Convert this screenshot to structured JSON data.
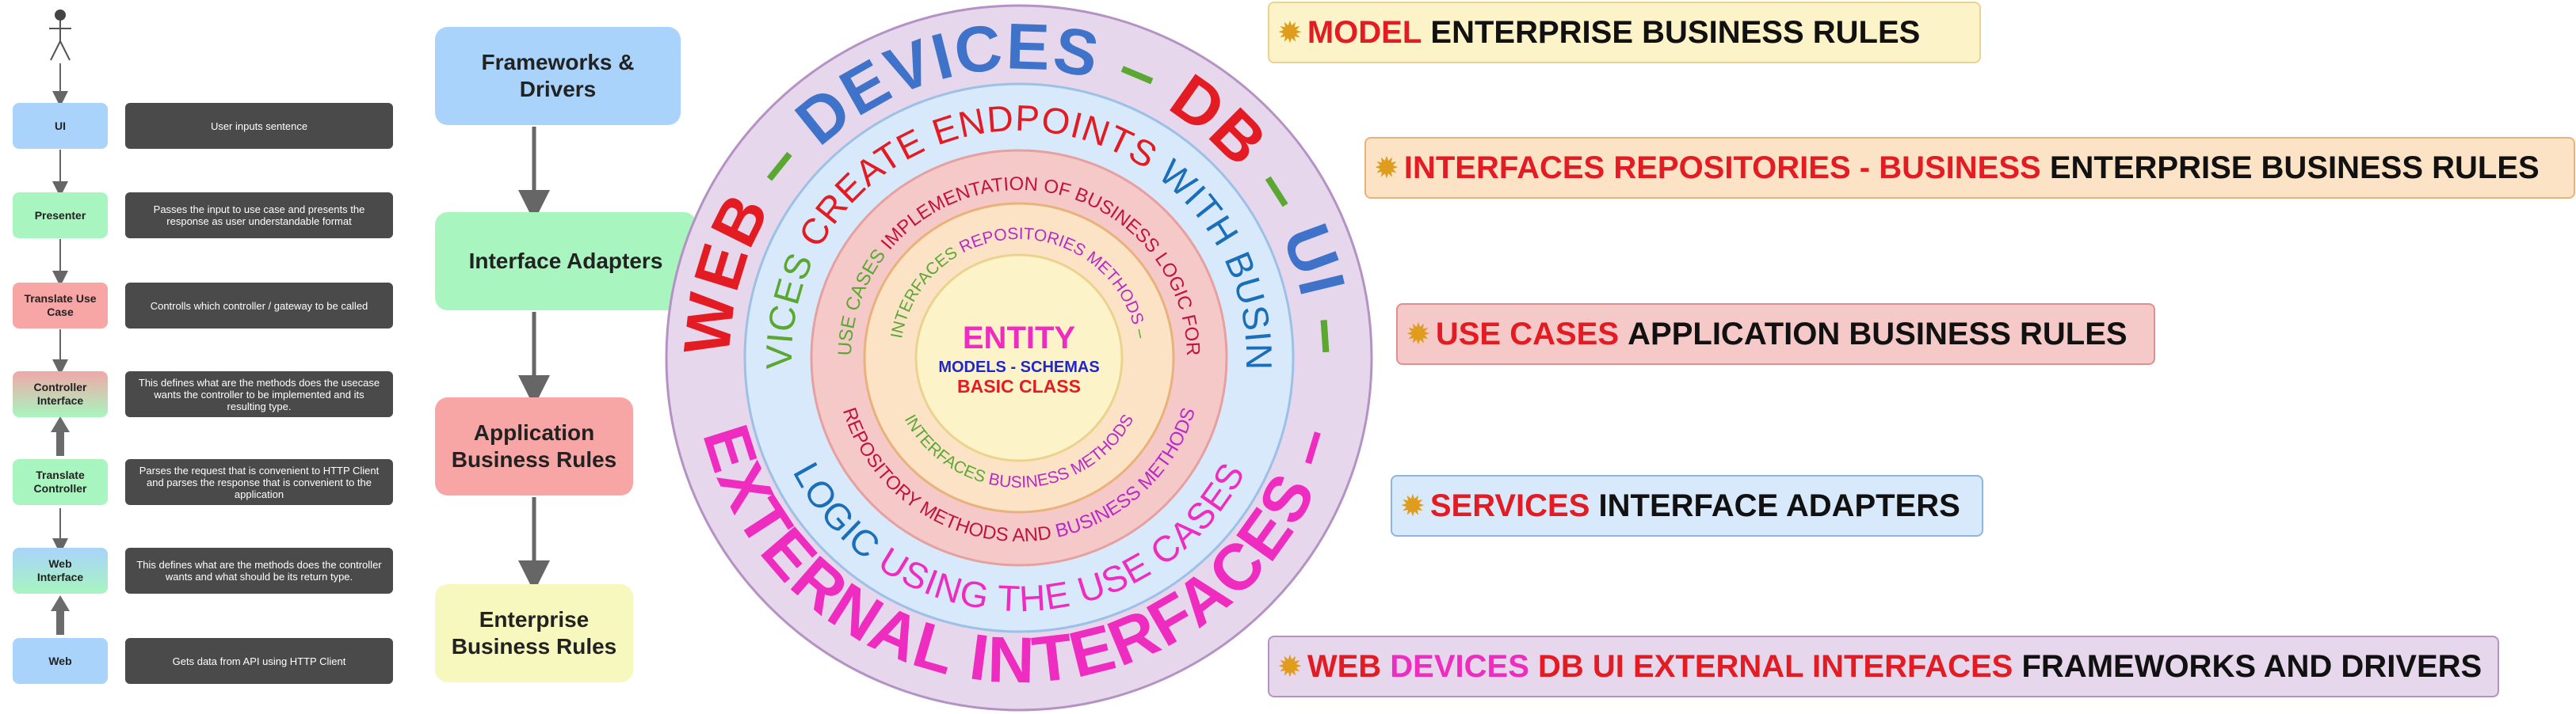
{
  "flow": {
    "boxes": [
      {
        "label": "UI",
        "color": "#a9d3fb"
      },
      {
        "label": "Presenter",
        "color": "#a8f5bf"
      },
      {
        "label": "Translate Use Case",
        "color": "#f8a5a5"
      },
      {
        "label": "Controller Interface",
        "color": "#f0a8a8"
      },
      {
        "label": "Translate Controller",
        "color": "#a8f5bf"
      },
      {
        "label": "Web Interface",
        "color": "#a9d3fb"
      },
      {
        "label": "Web",
        "color": "#a9d3fb"
      }
    ],
    "descriptions": [
      "User inputs sentence",
      "Passes the input to use case and presents the response as user understandable format",
      "Controlls which controller / gateway to be called",
      "This defines what are the methods does the usecase wants the controller to be implemented and its resulting type.",
      "Parses the request that is convenient to HTTP Client and parses the response that is convenient to the application",
      "This defines what are the methods does the controller wants and what should be its return type.",
      "Gets data from API using HTTP Client"
    ]
  },
  "layers": [
    {
      "label": "Frameworks & Drivers",
      "color": "#a9d3fb"
    },
    {
      "label": "Interface Adapters",
      "color": "#a8f5bf"
    },
    {
      "label": "Application Business Rules",
      "color": "#f8a5a5"
    },
    {
      "label": "Enterprise Business Rules",
      "color": "#f6f8bd"
    }
  ],
  "circle": {
    "ring1_top": "WEB – DEVICES – DB – UI –",
    "ring1_bottom": "EXTERNAL INTERFACES –",
    "ring2_top": "SERVICES CREATE ENDPOINTS WITH BUSINESS",
    "ring2_bottom": "LOGIC USING THE USE CASES",
    "ring3_top": "USE CASES IMPLEMENTATION OF BUSINESS LOGIC FOR",
    "ring3_bottom": "REPOSITORY METHODS AND BUSINESS METHODS",
    "ring4_top": "INTERFACES REPOSITORIES METHODS –",
    "ring4_bottom": "INTERFACES BUSINESS METHODS",
    "center_title": "ENTITY",
    "center_line1": "MODELS - SCHEMAS",
    "center_line2": "BASIC CLASS"
  },
  "legend": {
    "model": {
      "highlight": "MODEL",
      "rest": "ENTERPRISE BUSINESS RULES",
      "bg": "#fdf3c8",
      "border": "#e9d38e"
    },
    "interfaces": {
      "highlight": "INTERFACES REPOSITORIES - BUSINESS",
      "rest": "ENTERPRISE BUSINESS RULES",
      "bg": "#fde3c6",
      "border": "#e8b27a"
    },
    "usecases": {
      "highlight": "USE CASES",
      "rest": "APPLICATION BUSINESS RULES",
      "bg": "#f6c9c9",
      "border": "#df8f8f"
    },
    "services": {
      "highlight": "SERVICES",
      "rest": "INTERFACE ADAPTERS",
      "bg": "#d8e9fb",
      "border": "#8fb5de"
    },
    "web": {
      "w1": "WEB",
      "w2": "DEVICES",
      "w3": "DB UI EXTERNAL INTERFACES",
      "rest": "FRAMEWORKS AND DRIVERS",
      "bg": "#e6d7ec",
      "border": "#b592c4"
    }
  }
}
